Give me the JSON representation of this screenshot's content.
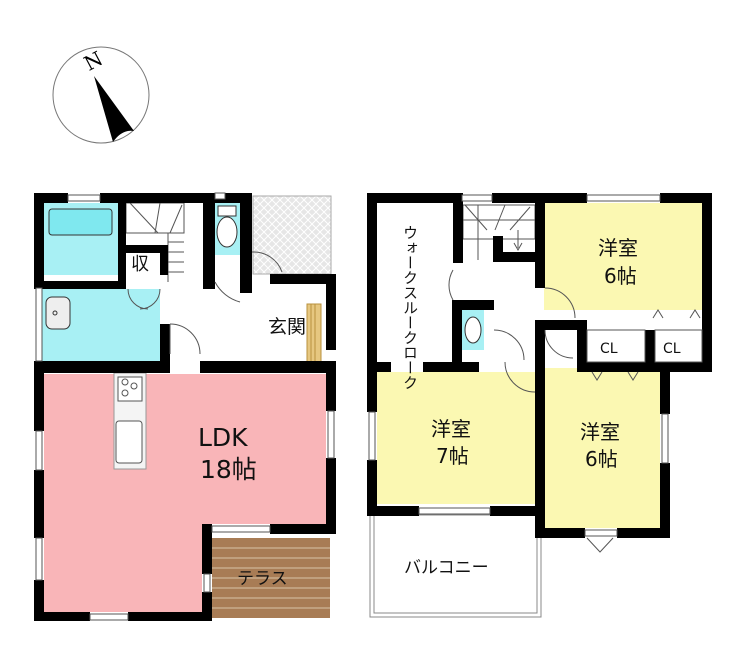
{
  "compass": {
    "label": "N",
    "icon": "north-arrow-icon"
  },
  "floor1": {
    "rooms": {
      "ldk": {
        "name": "LDK",
        "size": "18帖",
        "color": "#f9b5b8"
      },
      "storage": {
        "name": "収"
      },
      "entrance": {
        "name": "玄関"
      },
      "terrace": {
        "name": "テラス",
        "color": "#a87c55"
      },
      "bath": {
        "color": "#a8f0f4"
      },
      "washroom": {
        "color": "#a8f0f4"
      },
      "toilet": {
        "color": "#a8f0f4"
      }
    }
  },
  "floor2": {
    "rooms": {
      "walkthrough_closet": {
        "name": "ウォークスルークローク"
      },
      "western_ne": {
        "name": "洋室",
        "size": "6帖",
        "color": "#fbf8b2"
      },
      "western_w": {
        "name": "洋室",
        "size": "7帖",
        "color": "#fbf8b2"
      },
      "western_se": {
        "name": "洋室",
        "size": "6帖",
        "color": "#fbf8b2"
      },
      "closet1": {
        "name": "CL"
      },
      "closet2": {
        "name": "CL"
      },
      "balcony": {
        "name": "バルコニー"
      },
      "toilet": {
        "color": "#a8f0f4"
      }
    }
  }
}
